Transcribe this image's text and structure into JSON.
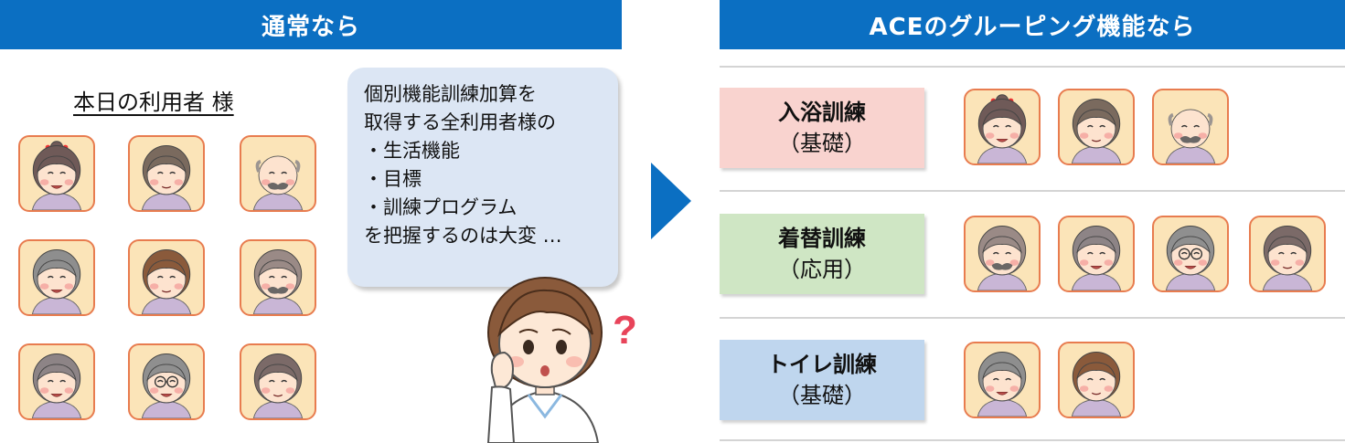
{
  "left_panel": {
    "header": "通常なら",
    "users_label": "本日の利用者 様"
  },
  "bubble": {
    "lines": [
      "個別機能訓練加算を",
      "取得する全利用者様の",
      "・生活機能",
      "・目標",
      "・訓練プログラム",
      "を把握するのは大変 …"
    ]
  },
  "question_mark": "?",
  "right_panel": {
    "header": "ACEのグルーピング機能なら",
    "groups": [
      {
        "title": "入浴訓練",
        "sub": "（基礎）"
      },
      {
        "title": "着替訓練",
        "sub": "（応用）"
      },
      {
        "title": "トイレ訓練",
        "sub": "（基礎）"
      }
    ]
  },
  "colors": {
    "header_blue": "#0b6fc2",
    "avatar_fill": "#fbe4b8",
    "avatar_border": "#e87c4f",
    "bubble_fill": "#dce6f4",
    "group_bath": "#f9d3cf",
    "group_dress": "#cfe6c4",
    "group_toilet": "#bfd6ee",
    "question_mark": "#e8445a"
  },
  "icons": {
    "avatar": "elderly-person-icon",
    "nurse": "confused-nurse-icon",
    "arrow": "arrow-right-icon"
  }
}
